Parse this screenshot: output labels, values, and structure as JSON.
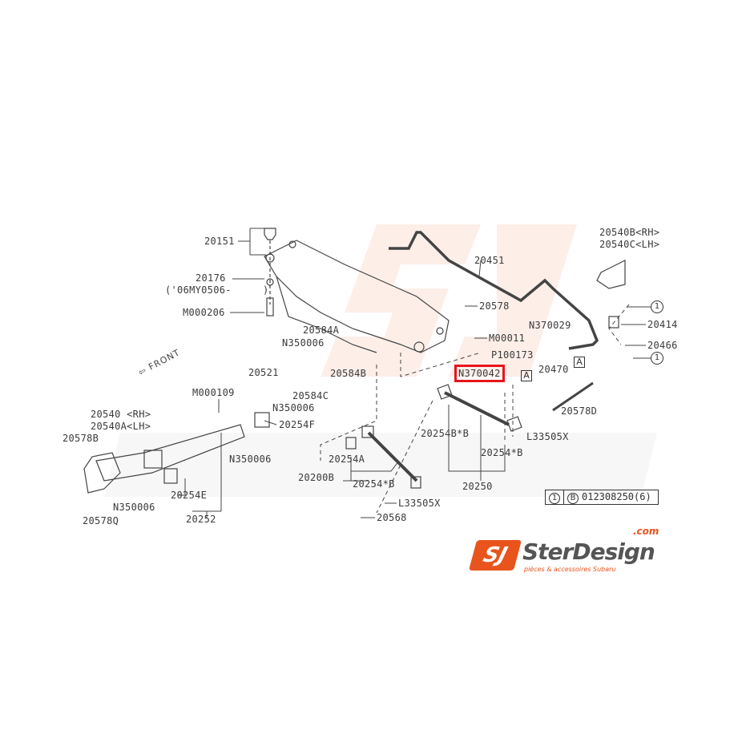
{
  "diagram": {
    "front_label": "FRONT",
    "highlighted_part": "N370042",
    "labels": [
      "20151",
      "20176",
      "('06MY0506-",
      ")",
      "M000206",
      "20584A",
      "N350006",
      "20521",
      "20584B",
      "20584C",
      "N350006",
      "20451",
      "20578",
      "M00011",
      "P100173",
      "N370042",
      "20540B<RH>",
      "20540C<LH>",
      "N370029",
      "20414",
      "20466",
      "20470",
      "20578D",
      "L33505X",
      "20254B*B",
      "20254*B",
      "20250",
      "M000109",
      "20540 <RH>",
      "20540A<LH>",
      "20578B",
      "20254F",
      "N350006",
      "20254A",
      "20200B",
      "20254*B",
      "L33505X",
      "20568",
      "20254E",
      "N350006",
      "20252",
      "20578Q"
    ],
    "ref_box_label": "A",
    "circle_ref": "1",
    "legend": {
      "circle": "1",
      "bolt_code": "B",
      "part": "012308250(6)"
    }
  },
  "watermark": {
    "brand": "SterDesign",
    "domain": ".com",
    "tagline": "pièces & accessoires Subaru",
    "mark": "SJ",
    "accent_color": "#e9541c"
  }
}
